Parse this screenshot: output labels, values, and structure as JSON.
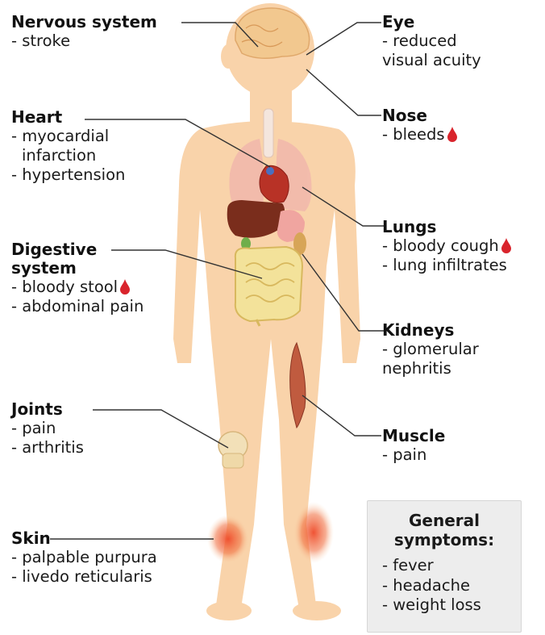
{
  "organs": [
    {
      "id": "nervous-system",
      "title": "Nervous system",
      "items": [
        "- stroke"
      ]
    },
    {
      "id": "heart",
      "title": "Heart",
      "items": [
        "- myocardial",
        "infarction",
        "- hypertension"
      ]
    },
    {
      "id": "digestive-system",
      "title": "Digestive",
      "title2": "system",
      "items": [
        "- bloody stool",
        "- abdominal pain"
      ]
    },
    {
      "id": "joints",
      "title": "Joints",
      "items": [
        "- pain",
        "- arthritis"
      ]
    },
    {
      "id": "skin",
      "title": "Skin",
      "items": [
        "- palpable purpura",
        "- livedo reticularis"
      ]
    },
    {
      "id": "eye",
      "title": "Eye",
      "items": [
        "- reduced",
        "visual acuity"
      ]
    },
    {
      "id": "nose",
      "title": "Nose",
      "items": [
        "- bleeds"
      ]
    },
    {
      "id": "lungs",
      "title": "Lungs",
      "items": [
        "- bloody cough",
        "- lung infiltrates"
      ]
    },
    {
      "id": "kidneys",
      "title": "Kidneys",
      "items": [
        "- glomerular",
        "nephritis"
      ]
    },
    {
      "id": "muscle",
      "title": "Muscle",
      "items": [
        "- pain"
      ]
    }
  ],
  "general": {
    "title": "General",
    "title2": "symptoms:",
    "items": [
      "- fever",
      "- headache",
      "- weight loss"
    ]
  },
  "colors": {
    "skin": "#f9d3aa",
    "blood_drop": "#d9242c",
    "box_bg": "#ededed",
    "leader_line": "#333333"
  }
}
